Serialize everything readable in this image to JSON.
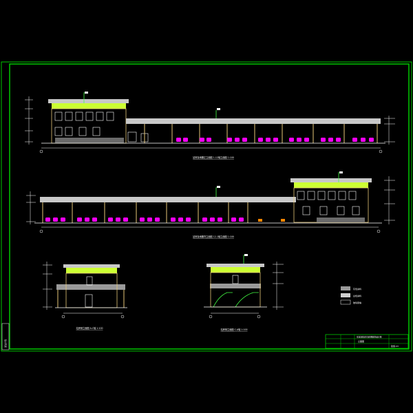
{
  "colors": {
    "background": "#000000",
    "frame": "#00c800",
    "roof": "#c8c8c8",
    "canopy_band": "#ccff33",
    "vehicles": "#ff00ff",
    "walls": "#e8c878",
    "lines": "#ffffff",
    "cyan": "#00e0e0",
    "green_accent": "#44ff44",
    "orange": "#ff8800",
    "blue": "#3a7bd5"
  },
  "titles": {
    "elevation_1": "站房及雨棚正立面图 1-12轴立面图 1:100",
    "elevation_2": "站房及雨棚背立面图 12-1轴立面图 1:100",
    "side_left": "站房侧立面图 A-C轴 1:100",
    "side_right": "站房侧立面图 C-A轴 1:100"
  },
  "legend": [
    {
      "label": "灰色涂料",
      "swatch": "#9a9a9a"
    },
    {
      "label": "白色涂料",
      "swatch": "#d0d0d0"
    },
    {
      "label": "玻璃幕墙",
      "swatch": "#000000"
    }
  ],
  "title_block": {
    "project": "某加油站站房及雨棚建筑设计图",
    "drawing": "立面图",
    "number": "建施-03"
  },
  "sidebar_label": "某设计院"
}
